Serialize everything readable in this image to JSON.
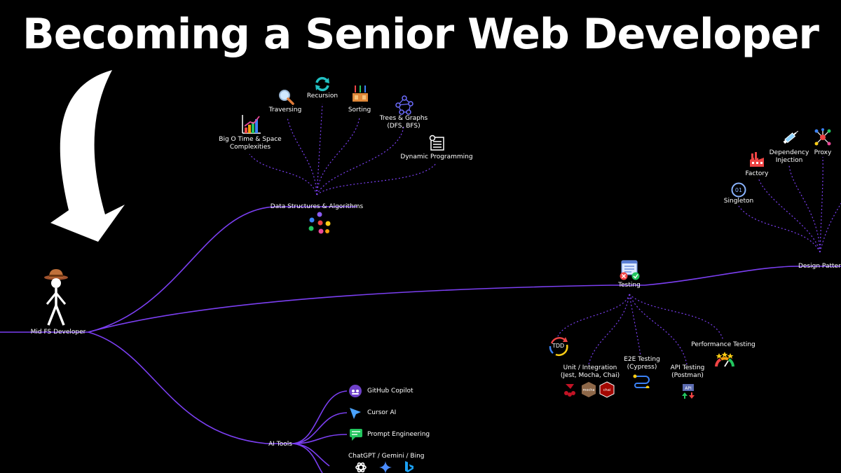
{
  "title": "Becoming a Senior Web Developer",
  "root": {
    "label": "Mid FS Developer"
  },
  "dsa": {
    "label": "Data Structures & Algorithms",
    "children": {
      "big_o": "Big O Time & Space\nComplexities",
      "traversing": "Traversing",
      "recursion": "Recursion",
      "sorting": "Sorting",
      "trees": "Trees & Graphs\n(DFS, BFS)",
      "dp": "Dynamic Programming"
    }
  },
  "testing": {
    "label": "Testing",
    "children": {
      "tdd": "TDD",
      "unit": "Unit / Integration\n(Jest, Mocha, Chai)",
      "e2e": "E2E Testing\n(Cypress)",
      "api": "API Testing\n(Postman)",
      "perf": "Performance Testing"
    },
    "icon_labels": {
      "mocha": "mocha",
      "chai": "chai",
      "api": "API"
    }
  },
  "design_patterns": {
    "label": "Design Patterns",
    "children": {
      "factory": "Factory",
      "di": "Dependency\nInjection",
      "proxy": "Proxy",
      "singleton": "Singleton"
    },
    "singleton_icon_text": "01"
  },
  "ai_tools": {
    "label": "AI Tools",
    "children": {
      "copilot": "GitHub Copilot",
      "cursor": "Cursor AI",
      "prompt": "Prompt Engineering",
      "chatgpt": "ChatGPT / Gemini / Bing"
    }
  },
  "colors": {
    "background": "#000000",
    "edge": "#7b3ff2",
    "text": "#ffffff"
  }
}
